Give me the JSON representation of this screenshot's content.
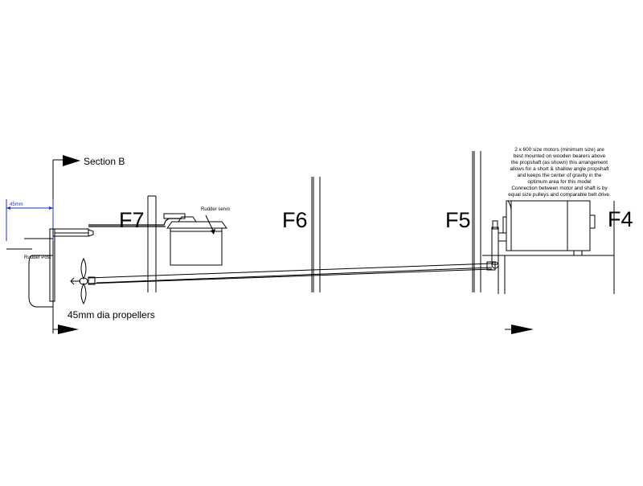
{
  "frames": {
    "f7": "F7",
    "f6": "F6",
    "f5": "F5",
    "f4": "F4"
  },
  "labels": {
    "section": "Section B",
    "dim": "45mm",
    "rudder_post": "Rudder Post",
    "rudder_servo": "Rudder servo",
    "propellers": "45mm dia propellers"
  },
  "note_lines": [
    "2 x 600 size motors (minimum size) are",
    "best mounted on wooden bearers above",
    "the propshaft (as shown) this arrangement",
    "allows for a short & shallow angle propshaft",
    "and keeps the center of gravity in the",
    "optimum area for this model",
    "Connection between motor and shaft is by",
    "equal size pulleys and comparable belt drive."
  ],
  "colors": {
    "line": "#000000",
    "dimension": "#1f2fbf"
  }
}
